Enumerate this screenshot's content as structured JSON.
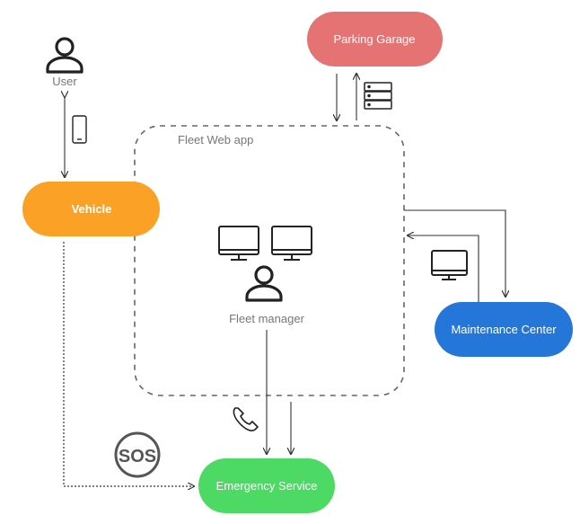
{
  "diagram": {
    "boundary_label": "Fleet Web app",
    "nodes": {
      "user": "User",
      "vehicle": "Vehicle",
      "parking_garage": "Parking Garage",
      "fleet_manager": "Fleet manager",
      "maintenance_center": "Maintenance Center",
      "emergency_service": "Emergency Service"
    },
    "badges": {
      "sos": "SOS"
    },
    "colors": {
      "vehicle": "#FBA226",
      "parking_garage": "#E57373",
      "maintenance_center": "#2476D8",
      "emergency_service": "#4CD964",
      "line": "#333333",
      "boundary": "#666666",
      "icon": "#222222",
      "label_gray": "#777777"
    },
    "icons": [
      "person-icon",
      "smartphone-icon",
      "server-icon",
      "monitor-icon",
      "phone-icon",
      "sos-icon"
    ]
  }
}
